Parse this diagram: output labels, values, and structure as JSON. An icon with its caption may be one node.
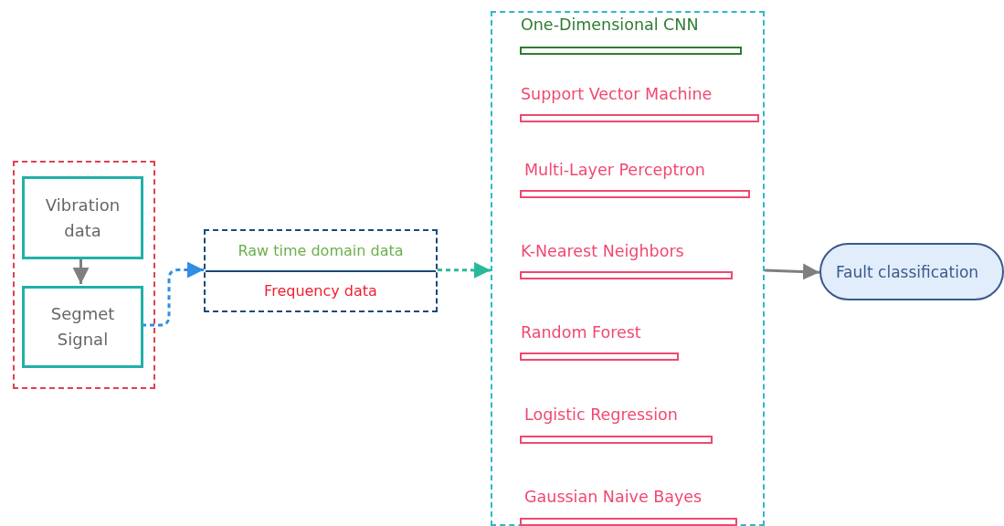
{
  "diagram": {
    "nodes": [
      {
        "text": [],
        "shape": "box"
      },
      {
        "text": [
          "Vibration data"
        ],
        "in": 0
      },
      {
        "text": [
          "Segmet Signal"
        ],
        "in": 0
      },
      {
        "text": [
          "Raw time domain data",
          "Frequency data"
        ]
      },
      {
        "text": [],
        "shape": "box"
      },
      {
        "text": [
          "One-Dimensional CNN"
        ],
        "in": 4
      },
      {
        "text": [
          "Support Vector Machine"
        ],
        "in": 4
      },
      {
        "text": [
          "Multi-Layer Perceptron"
        ],
        "in": 4
      },
      {
        "text": [
          "K-Nearest Neighbors"
        ],
        "in": 4
      },
      {
        "text": [
          "Random Forest"
        ],
        "in": 4
      },
      {
        "text": [
          "Logistic Regression"
        ],
        "in": 4
      },
      {
        "text": [
          "Gaussian Naive Bayes"
        ],
        "in": 4
      },
      {
        "text": [
          "Fault classification"
        ]
      }
    ],
    "edges": [
      {
        "from": 1,
        "to": 2,
        "arrow": "to"
      },
      {
        "from": 2,
        "to": 3,
        "arrow": "to",
        "style": "dashed",
        "color": "#2f8fe0"
      },
      {
        "from": 3,
        "to": 4,
        "arrow": "to",
        "style": "dashed",
        "color": "#2bb89a"
      },
      {
        "from": 4,
        "to": 12,
        "arrow": "to"
      }
    ]
  }
}
